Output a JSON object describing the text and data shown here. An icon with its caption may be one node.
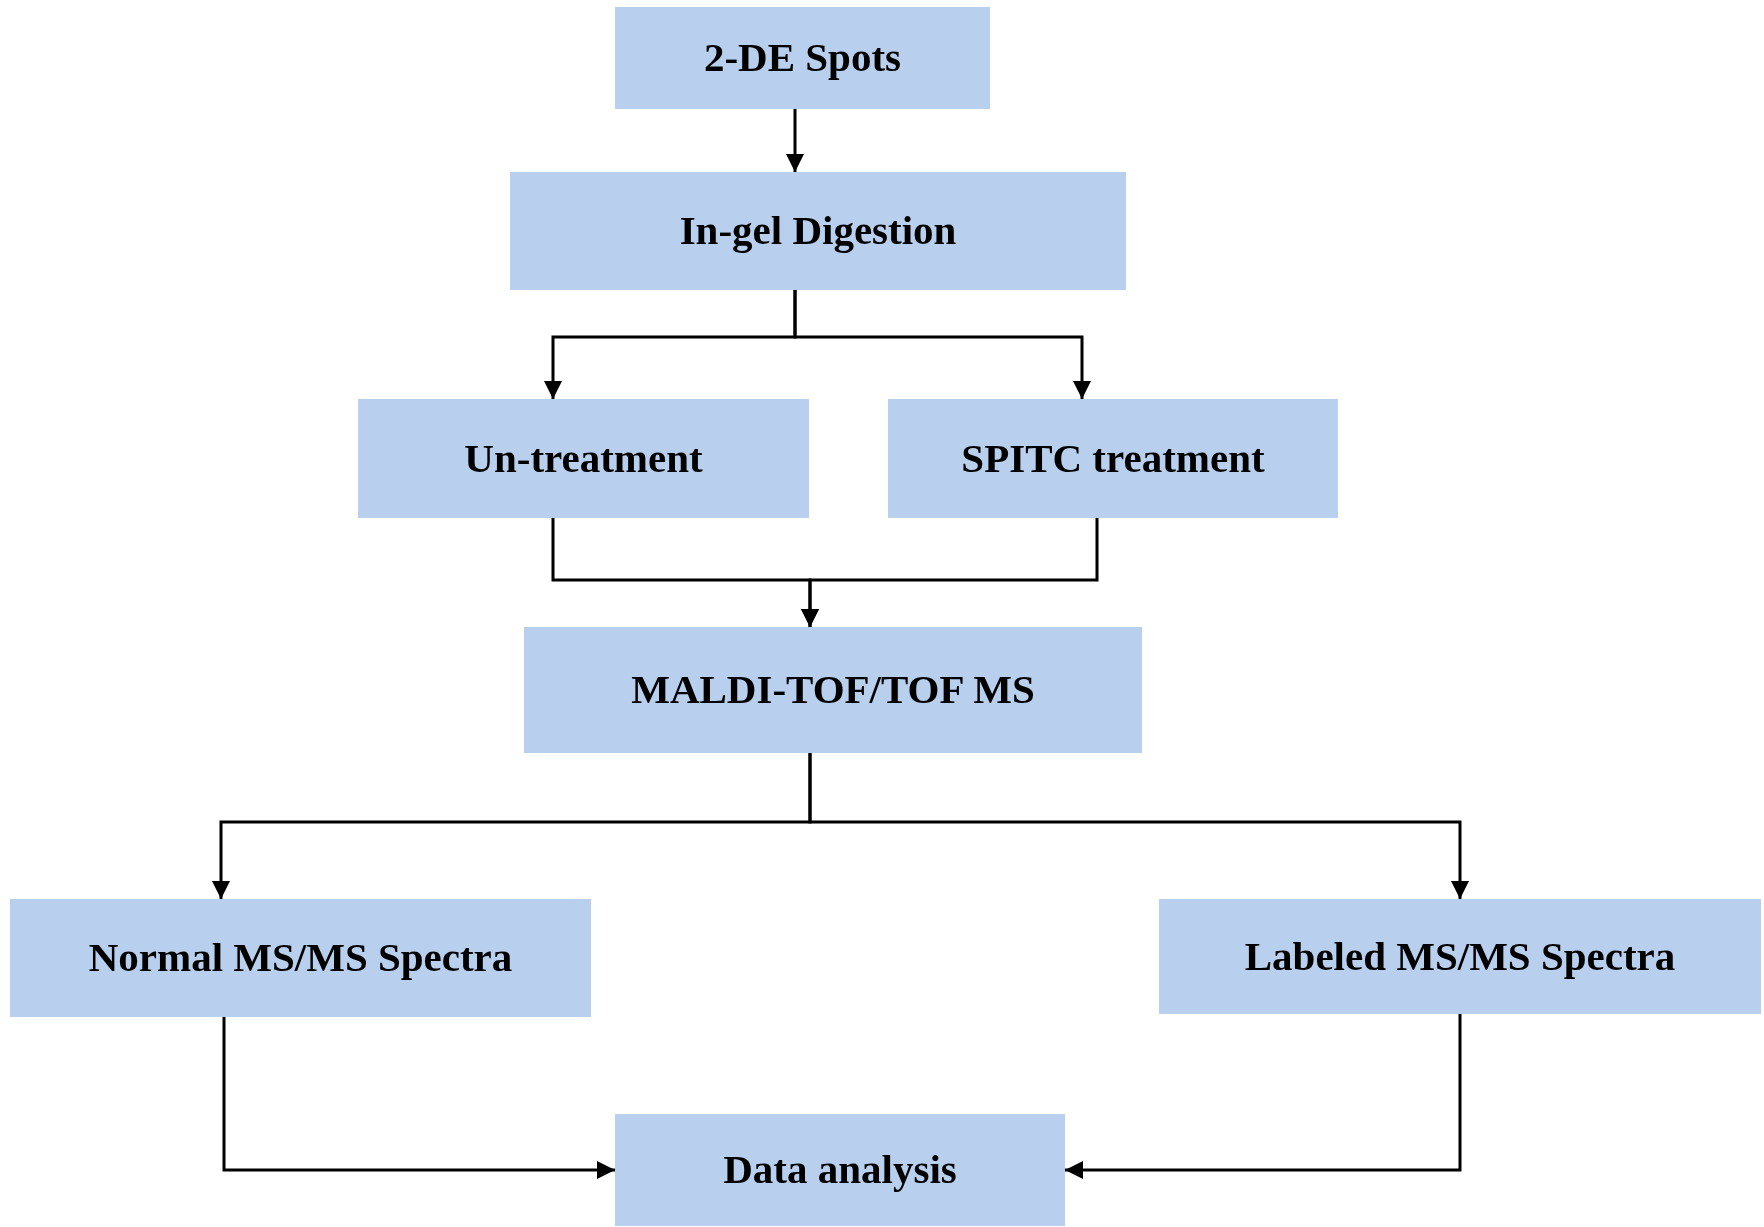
{
  "diagram": {
    "nodes": [
      {
        "text": [
          "2-DE Spots"
        ]
      },
      {
        "text": [
          "In-gel Digestion"
        ]
      },
      {
        "text": [
          "Un-treatment"
        ]
      },
      {
        "text": [
          "SPITC treatment"
        ]
      },
      {
        "text": [
          "MALDI-TOF/TOF MS"
        ]
      },
      {
        "text": [
          "Normal MS/MS Spectra"
        ]
      },
      {
        "text": [
          "Labeled MS/MS Spectra"
        ]
      },
      {
        "text": [
          "Data analysis"
        ]
      }
    ],
    "edges": [
      {
        "from": 0,
        "to": 1,
        "arrow": "to"
      },
      {
        "from": 1,
        "to": 2,
        "arrow": "to"
      },
      {
        "from": 1,
        "to": 3,
        "arrow": "to"
      },
      {
        "from": 2,
        "to": 4,
        "arrow": "to"
      },
      {
        "from": 3,
        "to": 4,
        "arrow": "to"
      },
      {
        "from": 4,
        "to": 5,
        "arrow": "to"
      },
      {
        "from": 4,
        "to": 6,
        "arrow": "to"
      },
      {
        "from": 5,
        "to": 7,
        "arrow": "to"
      },
      {
        "from": 6,
        "to": 7,
        "arrow": "to"
      }
    ]
  }
}
